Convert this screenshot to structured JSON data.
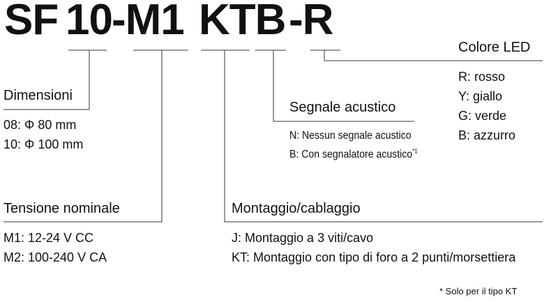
{
  "model": {
    "segments": [
      "SF",
      "10",
      "-M1",
      "KTB",
      "-R"
    ]
  },
  "groups": {
    "size": {
      "title": "Dimensioni",
      "items": [
        "08: Φ 80 mm",
        "10: Φ 100 mm"
      ]
    },
    "voltage": {
      "title": "Tensione nominale",
      "items": [
        "M1: 12-24 V CC",
        "M2: 100-240 V CA"
      ]
    },
    "mounting": {
      "title": "Montaggio/cablaggio",
      "items": [
        "J: Montaggio a 3 viti/cavo",
        "KT: Montaggio con tipo di foro a 2 punti/morsettiera"
      ]
    },
    "buzzer": {
      "title": "Segnale acustico",
      "items": [
        "N: Nessun segnale acustico",
        "B: Con segnalatore acustico"
      ],
      "footnote_mark": "*1"
    },
    "led": {
      "title": "Colore LED",
      "items": [
        "R: rosso",
        "Y: giallo",
        "G: verde",
        "B: azzurro"
      ]
    }
  },
  "footnote": "* Solo per il tipo KT"
}
